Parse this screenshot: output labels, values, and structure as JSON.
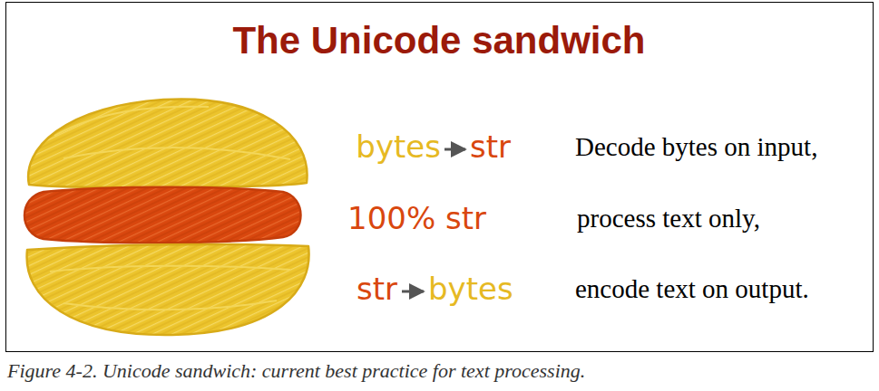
{
  "diagram": {
    "title": "The Unicode sandwich",
    "caption": "Figure 4-2. Unicode sandwich: current best practice for text processing.",
    "labels": [
      "bytes",
      "str",
      "Decode bytes on input,",
      "100% str",
      "process text only,",
      "str",
      "bytes",
      "encode text on output."
    ]
  }
}
